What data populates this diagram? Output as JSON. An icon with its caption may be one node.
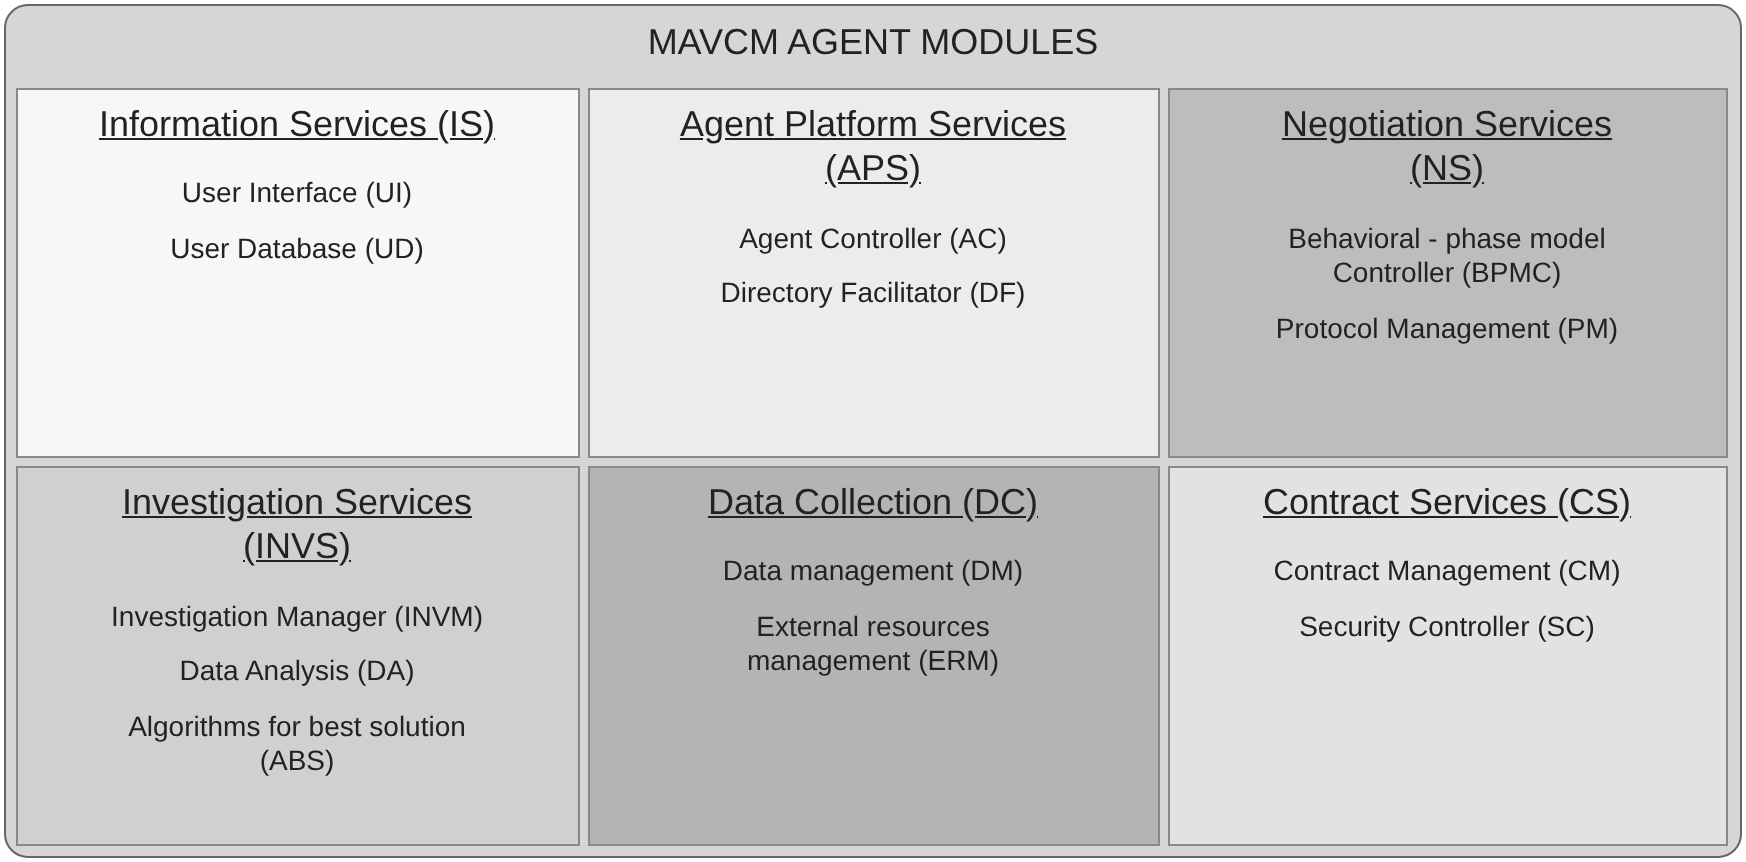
{
  "diagram": {
    "nodes": [
      {
        "text": [
          "MAVCM AGENT MODULES"
        ]
      },
      {
        "text": [
          "Information Services (IS)",
          "User Interface (UI)",
          "User Database (UD)"
        ],
        "in": 0
      },
      {
        "text": [
          "Agent Platform Services (APS)",
          "Agent Controller (AC)",
          "Directory Facilitator (DF)"
        ],
        "in": 0
      },
      {
        "text": [
          "Negotiation Services (NS)",
          "Behavioral - phase model Controller (BPMC)",
          "Protocol Management (PM)"
        ],
        "in": 0
      },
      {
        "text": [
          "Investigation Services (INVS)",
          "Investigation Manager (INVM)",
          "Data Analysis (DA)",
          "Algorithms for best solution (ABS)"
        ],
        "in": 0
      },
      {
        "text": [
          "Data Collection (DC)",
          "Data management (DM)",
          "External resources management (ERM)"
        ],
        "in": 0
      },
      {
        "text": [
          "Contract Services (CS)",
          "Contract Management (CM)",
          "Security Controller (SC)"
        ],
        "in": 0
      }
    ]
  }
}
